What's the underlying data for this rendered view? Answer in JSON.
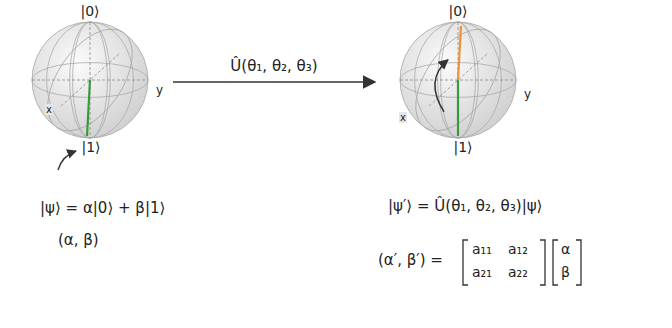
{
  "diagram": {
    "nodes": [
      {
        "text": [
          "|0⟩",
          "|1⟩",
          "y",
          "x"
        ]
      },
      {
        "text": [
          "|0⟩",
          "|1⟩",
          "x",
          "y"
        ]
      }
    ],
    "edges": [
      {
        "from": 0,
        "to": 1,
        "arrow": "to",
        "label": "Û(θ₁, θ₂, θ₃)"
      }
    ],
    "labels": [
      "|ψ⟩ = α|0⟩ + β|1⟩",
      "(α, β)",
      "|ψ′⟩ = Û(θ₁, θ₂, θ₃)|ψ⟩",
      "(α′, β′) =",
      "a₁₁",
      "a₁₂",
      "a₂₁",
      "a₂₂",
      "α",
      "β"
    ]
  }
}
